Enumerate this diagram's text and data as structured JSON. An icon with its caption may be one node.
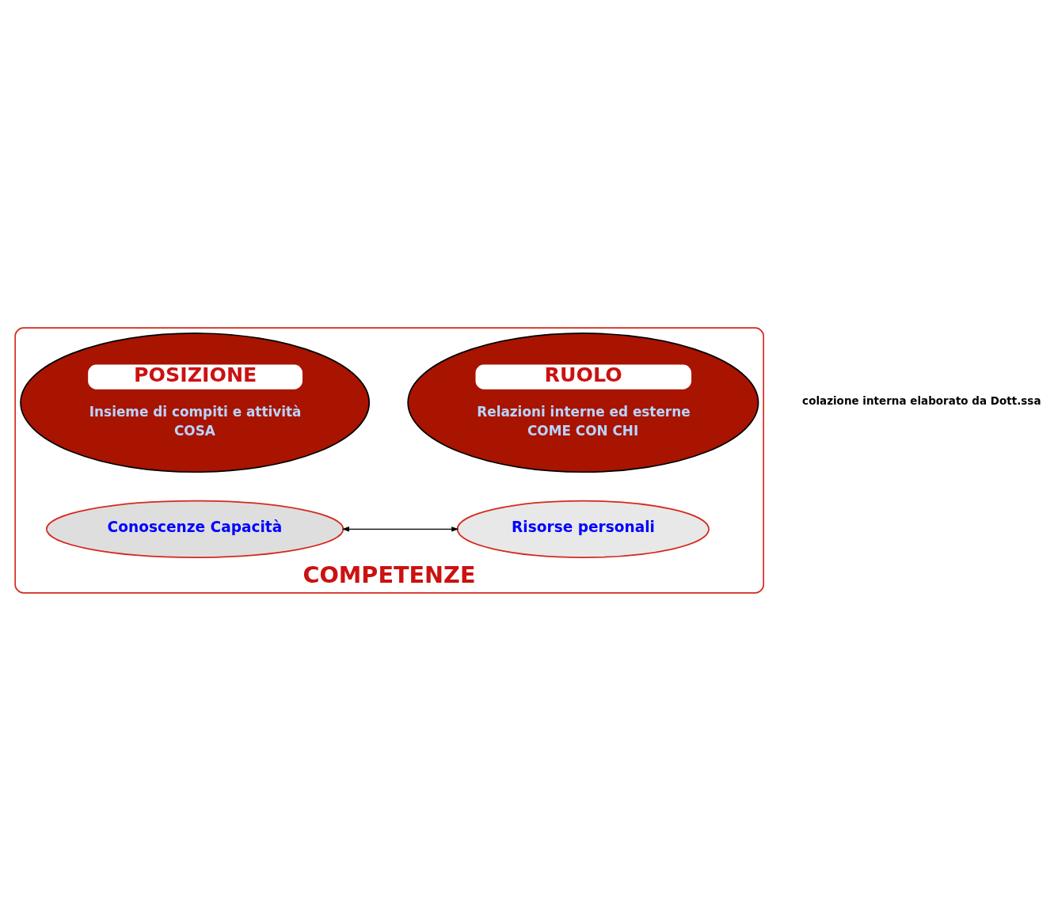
{
  "diagram": {
    "nodes": [
      {
        "text": [
          "COMPETENZE"
        ]
      },
      {
        "text": [
          "POSIZIONE",
          "Insieme di compiti e attività",
          "COSA"
        ],
        "in": 0
      },
      {
        "text": [
          "RUOLO",
          "Relazioni interne ed esterne",
          "COME CON CHI"
        ],
        "in": 0
      },
      {
        "text": [
          "Conoscenze Capacità"
        ],
        "in": 0
      },
      {
        "text": [
          "Risorse personali"
        ],
        "in": 0
      }
    ],
    "edges": [
      {
        "from": 3,
        "to": 4,
        "arrow": "both"
      }
    ],
    "labels": [
      "colazione interna elaborato da Dott.ssa"
    ]
  }
}
